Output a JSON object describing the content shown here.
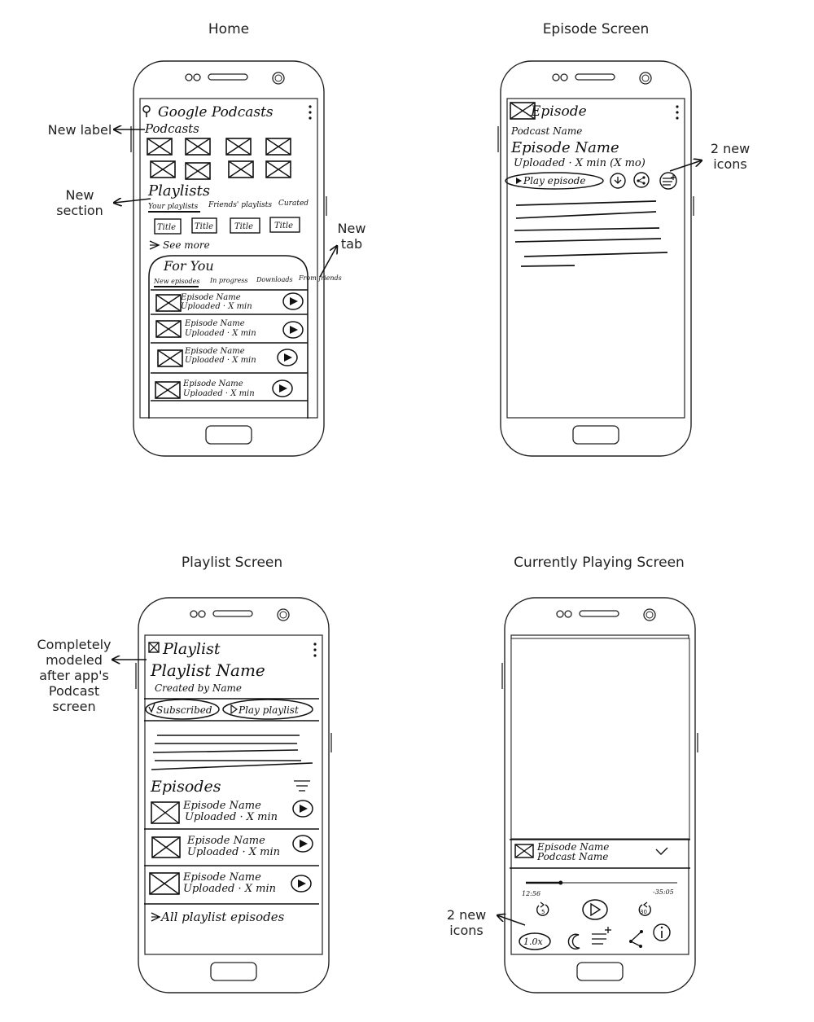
{
  "titles": {
    "home": "Home",
    "episode": "Episode Screen",
    "playlist": "Playlist Screen",
    "playing": "Currently Playing Screen"
  },
  "notes": {
    "new_label": "New label",
    "new_section": [
      "New",
      "section"
    ],
    "new_tab": [
      "New",
      "tab"
    ],
    "two_new_icons_top": [
      "2 new",
      "icons"
    ],
    "completely_modeled": [
      "Completely",
      "modeled",
      "after app's",
      "Podcast",
      "screen"
    ],
    "two_new_icons_bottom": [
      "2 new",
      "icons"
    ]
  },
  "home": {
    "app_title": "Google Podcasts",
    "section_podcasts": "Podcasts",
    "section_playlists": "Playlists",
    "playlist_tabs": [
      "Your playlists",
      "Friends' playlists",
      "Curated"
    ],
    "playlist_titles": [
      "Title",
      "Title",
      "Title",
      "Title"
    ],
    "see_more": "See more",
    "for_you": "For You",
    "for_you_tabs": [
      "New episodes",
      "In progress",
      "Downloads",
      "From friends"
    ],
    "episodes": [
      {
        "name": "Episode Name",
        "meta": "Uploaded · X min"
      },
      {
        "name": "Episode Name",
        "meta": "Uploaded · X min"
      },
      {
        "name": "Episode Name",
        "meta": "Uploaded · X min"
      },
      {
        "name": "Episode Name",
        "meta": "Uploaded · X min"
      }
    ]
  },
  "episode": {
    "header": "Episode",
    "podcast_name": "Podcast Name",
    "episode_name": "Episode Name",
    "meta": "Uploaded · X min (X mo)",
    "play_button": "Play episode"
  },
  "playlist": {
    "header": "Playlist",
    "name": "Playlist Name",
    "created_by": "Created by Name",
    "subscribed": "Subscribed",
    "play_playlist": "Play playlist",
    "episodes_heading": "Episodes",
    "episodes": [
      {
        "name": "Episode Name",
        "meta": "Uploaded · X min"
      },
      {
        "name": "Episode Name",
        "meta": "Uploaded · X min"
      },
      {
        "name": "Episode Name",
        "meta": "Uploaded · X min"
      }
    ],
    "all_episodes": "All playlist episodes"
  },
  "playing": {
    "episode_name": "Episode Name",
    "podcast_name": "Podcast Name",
    "time_elapsed": "12:56",
    "time_remaining": "-35:05",
    "progress": 0.23,
    "speed": "1.0x"
  }
}
